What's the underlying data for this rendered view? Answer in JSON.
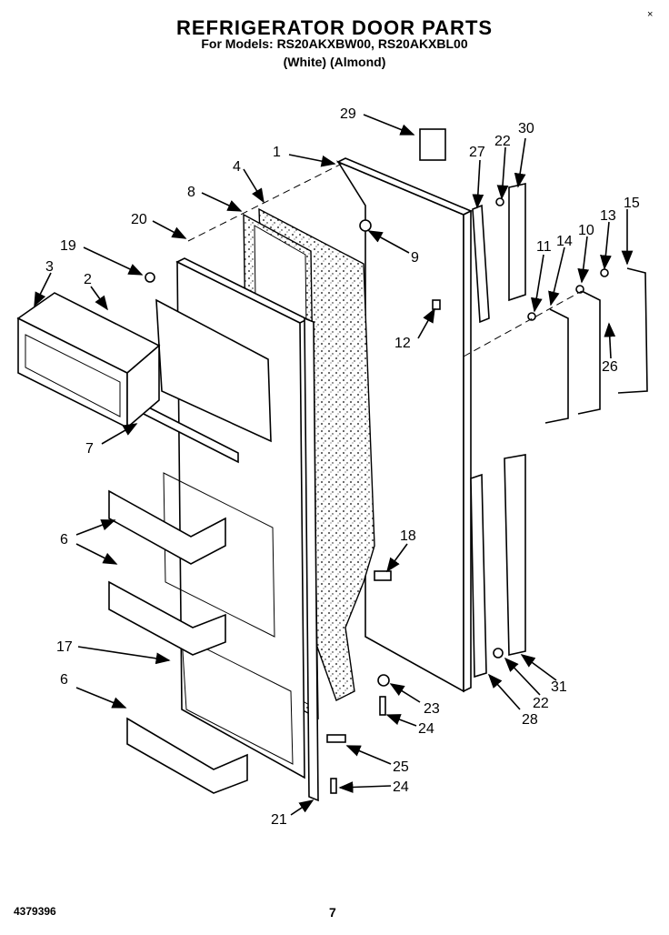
{
  "header": {
    "title": "REFRIGERATOR DOOR PARTS",
    "models": "For Models: RS20AKXBW00, RS20AKXBL00",
    "variants": "(White)   (Almond)"
  },
  "footer": {
    "code": "4379396",
    "page": "7"
  },
  "corner_mark": "×",
  "callouts": [
    "29",
    "1",
    "30",
    "27",
    "22",
    "4",
    "8",
    "20",
    "15",
    "19",
    "3",
    "2",
    "11",
    "14",
    "10",
    "13",
    "9",
    "12",
    "26",
    "7",
    "18",
    "6",
    "6",
    "17",
    "6",
    "23",
    "22",
    "31",
    "24",
    "28",
    "25",
    "24",
    "21"
  ]
}
